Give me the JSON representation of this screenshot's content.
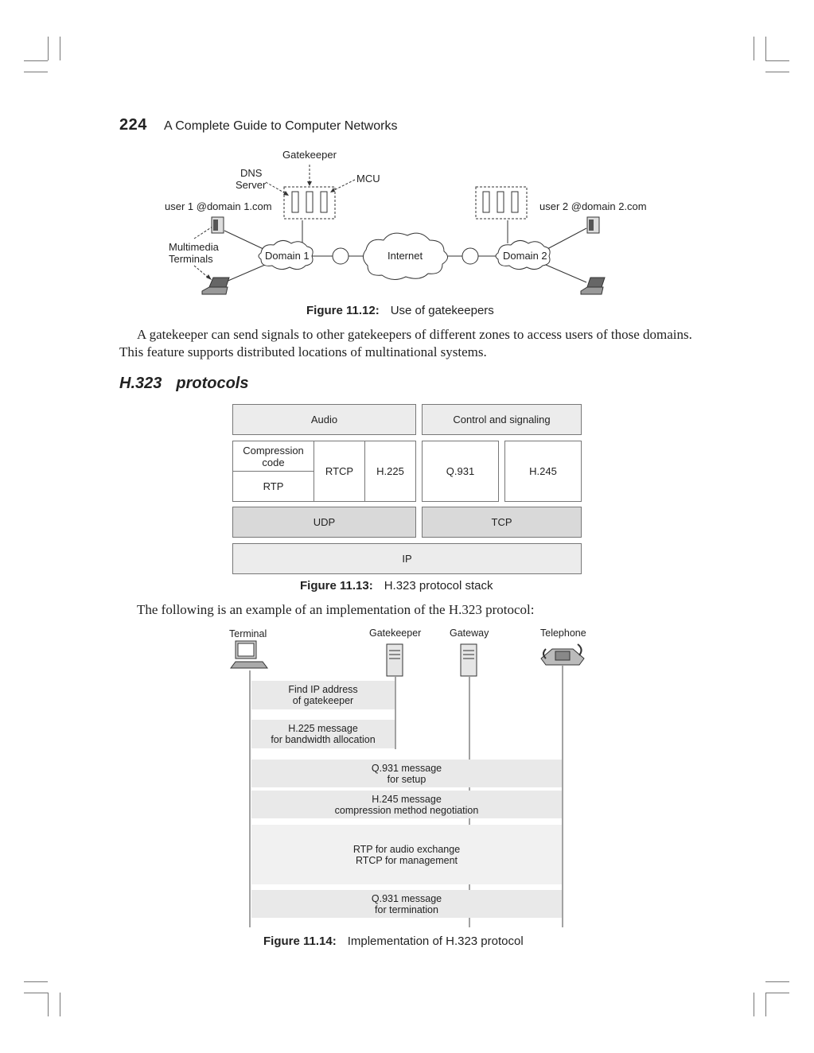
{
  "header": {
    "page_number": "224",
    "book_title": "A Complete Guide to Computer Networks"
  },
  "fig1": {
    "gatekeeper": "Gatekeeper",
    "dns_line1": "DNS",
    "dns_line2": "Server",
    "mcu": "MCU",
    "user1": "user 1 @domain 1.com",
    "user2": "user 2 @domain 2.com",
    "mm_line1": "Multimedia",
    "mm_line2": "Terminals",
    "domain1": "Domain 1",
    "internet": "Internet",
    "domain2": "Domain 2",
    "caption_num": "Figure 11.12:",
    "caption_text": "Use of gatekeepers"
  },
  "para1": "A gatekeeper can send signals to other gatekeepers of different zones to access users of those domains. This feature supports distributed locations of multinational systems.",
  "section": {
    "num": "H.323",
    "title": "protocols"
  },
  "fig2": {
    "audio": "Audio",
    "control": "Control and signaling",
    "compression": "Compression code",
    "rtp": "RTP",
    "rtcp": "RTCP",
    "h225": "H.225",
    "q931": "Q.931",
    "h245": "H.245",
    "udp": "UDP",
    "tcp": "TCP",
    "ip": "IP",
    "caption_num": "Figure 11.13:",
    "caption_text": "H.323 protocol stack"
  },
  "para2": "The following is an example of an implementation of the H.323 protocol:",
  "fig3": {
    "terminal": "Terminal",
    "gatekeeper": "Gatekeeper",
    "gateway": "Gateway",
    "telephone": "Telephone",
    "msg1_l1": "Find IP address",
    "msg1_l2": "of gatekeeper",
    "msg2_l1": "H.225 message",
    "msg2_l2": "for bandwidth allocation",
    "msg3_l1": "Q.931 message",
    "msg3_l2": "for setup",
    "msg4_l1": "H.245 message",
    "msg4_l2": "compression method negotiation",
    "msg5_l1": "RTP for audio exchange",
    "msg5_l2": "RTCP for management",
    "msg6_l1": "Q.931 message",
    "msg6_l2": "for termination",
    "caption_num": "Figure 11.14:",
    "caption_text": "Implementation of H.323 protocol"
  }
}
